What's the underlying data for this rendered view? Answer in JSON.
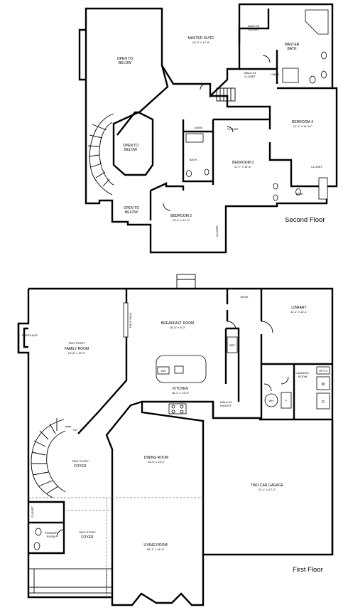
{
  "floors": {
    "second": {
      "title": "Second Floor",
      "rooms": {
        "master_suite": {
          "name": "MASTER SUITE",
          "dim": "16'-0\" x 17'-8\""
        },
        "master_bath": {
          "name1": "MASTER",
          "name2": "BATH"
        },
        "walk_in_closet_top": {
          "name1": "WALK-IN",
          "name2": "CLOSET"
        },
        "walk_in_closet_mid": {
          "name1": "WALK-IN",
          "name2": "CLOSET"
        },
        "linen_top": "LINEN",
        "open_to_below_1": {
          "l1": "OPEN TO",
          "l2": "BELOW"
        },
        "open_to_below_2": {
          "l1": "OPEN TO",
          "l2": "BELOW"
        },
        "open_to_below_3": {
          "l1": "OPEN TO",
          "l2": "BELOW"
        },
        "bedroom4": {
          "name": "BEDROOM 4",
          "dim": "12'-1\" x 14'-11\""
        },
        "bedroom3": {
          "name": "BEDROOM 3",
          "dim": "11'-7\" x 14'-6\""
        },
        "bedroom2": {
          "name": "BEDROOM 2",
          "dim": "12'-1\" x 14'-4\""
        },
        "linen_mid": "LINEN",
        "closet_b3": "CLOSET",
        "closet_b4": "CLOSET",
        "closet_b2": "CLOSET",
        "bath_left": "BATH",
        "bath_right": "BATH"
      }
    },
    "first": {
      "title": "First Floor",
      "rooms": {
        "fireplace": "FIREPLACE",
        "family": {
          "l1": "TWO STORY",
          "l2": "FAMILY ROOM",
          "dim": "14'-8\" x 19'-0\""
        },
        "half_wall": "HALF WALL",
        "breakfast": {
          "name": "BREAKFAST ROOM",
          "dim": "16'-5\" x 9'-0\""
        },
        "desk": "DESK",
        "library": {
          "name": "LIBRARY",
          "dim": "11'-1\" x 12'-1\""
        },
        "kitchen": {
          "name": "KITCHEN",
          "dim": "16'-2\" x 13'-0\""
        },
        "dw": "DW",
        "ref": "REF",
        "walk_in_pantry": {
          "l1": "WALK-IN",
          "l2": "PANTRY"
        },
        "laundry": {
          "name1": "LAUNDRY",
          "name2": "ROOM"
        },
        "opt_s": "OPT S",
        "washer": "W",
        "dryer": "D",
        "wh": "WH",
        "furnace": "F",
        "up": "UP",
        "foyer_upper": {
          "l1": "TWO STORY",
          "l2": "FOYER"
        },
        "dining": {
          "name": "DINING ROOM",
          "dim": "14'-9\" x 13'-1\""
        },
        "garage": {
          "name": "TWO-CAR GARAGE",
          "dim": "21'-1\" x 22'-2\""
        },
        "closet": "CLOSET",
        "powder": {
          "l1": "POWDER",
          "l2": "ROOM"
        },
        "foyer_lower": {
          "l1": "TWO-STORY",
          "l2": "FOYER"
        },
        "living": {
          "name": "LIVING ROOM",
          "dim": "15'-1\" x 14'-4\""
        }
      }
    }
  }
}
